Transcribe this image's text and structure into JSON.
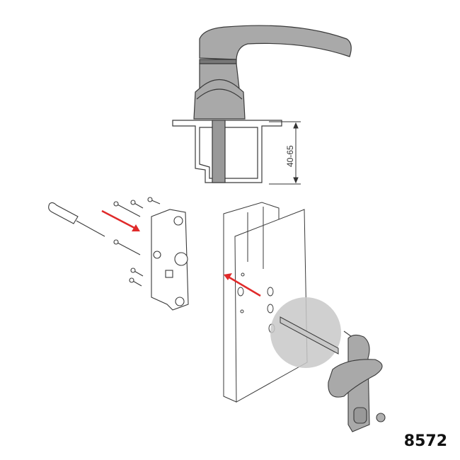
{
  "diagram": {
    "product_code": "8572",
    "dimension_label": "40-65",
    "colors": {
      "line": "#3a3a3a",
      "handle_fill": "#a9a9a9",
      "highlight_circle": "#c8c8c8",
      "arrow": "#e02a2a"
    },
    "components": [
      "lever-handle-top-view",
      "door-profile-section",
      "screwdriver",
      "screws",
      "lock-body",
      "door-profile-3d",
      "spindle",
      "lever-handle-with-key-cylinder"
    ]
  }
}
